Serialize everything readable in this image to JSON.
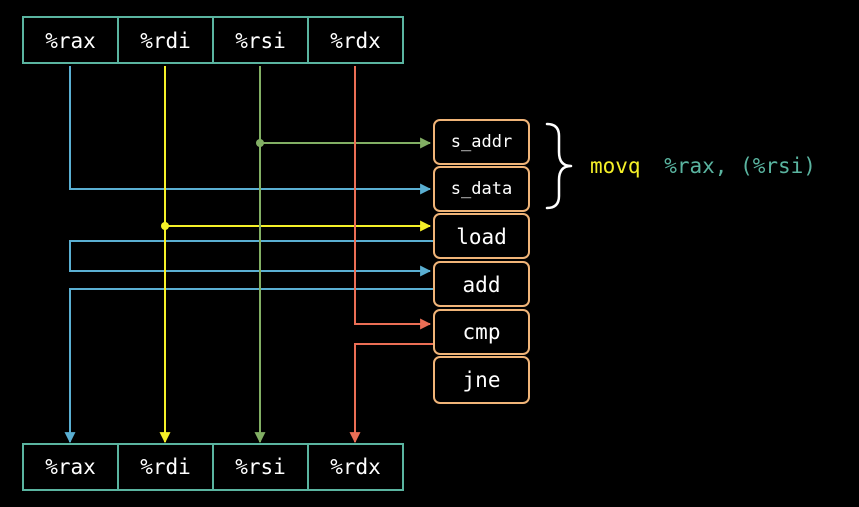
{
  "registers_top": [
    "%rax",
    "%rdi",
    "%rsi",
    "%rdx"
  ],
  "registers_bottom": [
    "%rax",
    "%rdi",
    "%rsi",
    "%rdx"
  ],
  "ops": [
    "s_addr",
    "s_data",
    "load",
    "add",
    "cmp",
    "jne"
  ],
  "instruction": {
    "mnemonic": "movq",
    "operands": "%rax, (%rsi)"
  },
  "colors": {
    "background": "#000000",
    "register_border": "#5ab4a0",
    "op_border": "#f0b478",
    "rax": "#5aafd2",
    "rdi": "#f5f028",
    "rsi": "#82af64",
    "rdx": "#eb6e55",
    "mnemonic": "#f5f028",
    "operands": "#5ab4a0",
    "text": "#ffffff"
  }
}
